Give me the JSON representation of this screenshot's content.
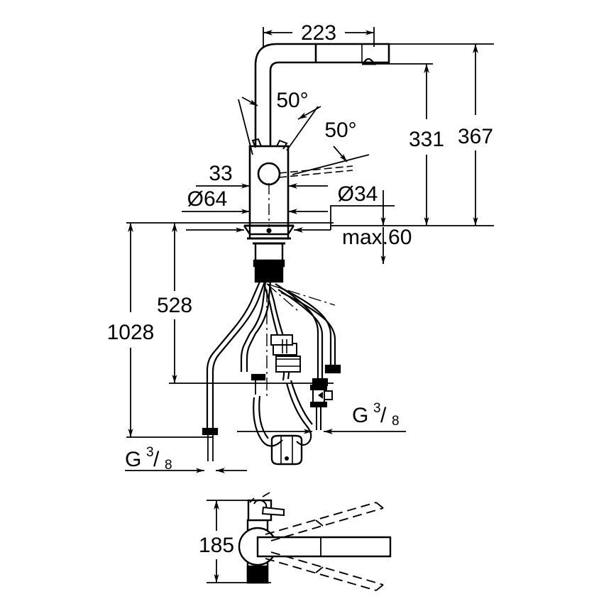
{
  "drawing": {
    "title": "Kitchen mixer tap dimensional drawing",
    "units": "mm",
    "line_color": "#000000",
    "background_color": "#ffffff"
  },
  "views": {
    "side_view": {
      "name": "side-elevation-view"
    },
    "top_view": {
      "name": "top-plan-view"
    }
  },
  "dimensions": {
    "spout_reach": "223",
    "angle_left": "50°",
    "angle_right": "50°",
    "body_offset": "33",
    "base_diameter": "Ø64",
    "shank_diameter": "Ø34",
    "max_thickness": "max.60",
    "spout_height": "331",
    "overall_height": "367",
    "hose_length_upper": "528",
    "hose_length_total": "1028",
    "swivel_height": "185"
  },
  "thread_labels": {
    "left": {
      "letter": "G",
      "numerator": "3",
      "slash": "/",
      "denominator": "8"
    },
    "right": {
      "letter": "G",
      "numerator": "3",
      "slash": "/",
      "denominator": "8"
    }
  }
}
